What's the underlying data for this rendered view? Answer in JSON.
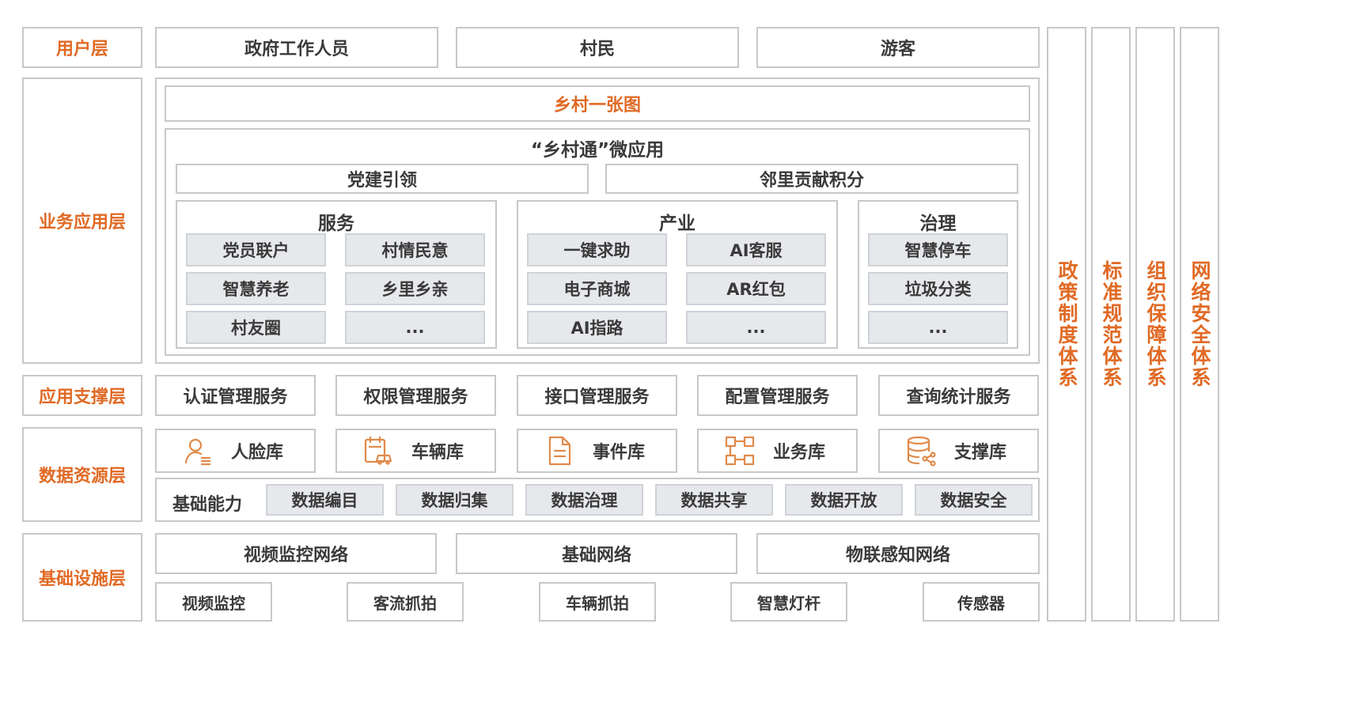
{
  "colors": {
    "accent": "#e06a25",
    "border": "#c8c8c8",
    "grey_fill": "#e6e8eb",
    "icon": "#e08a4a"
  },
  "user_layer": {
    "label": "用户层",
    "users": [
      "政府工作人员",
      "村民",
      "游客"
    ]
  },
  "business_layer": {
    "label": "业务应用层",
    "map_title": "乡村一张图",
    "micro_app": {
      "title": "“乡村通”微应用",
      "top": [
        "党建引领",
        "邻里贡献积分"
      ],
      "groups": [
        {
          "title": "服务",
          "items": [
            "党员联户",
            "村情民意",
            "智慧养老",
            "乡里乡亲",
            "村友圈",
            "..."
          ]
        },
        {
          "title": "产业",
          "items": [
            "一键求助",
            "AI客服",
            "电子商城",
            "AR红包",
            "AI指路",
            "..."
          ]
        },
        {
          "title": "治理",
          "items": [
            "智慧停车",
            "垃圾分类",
            "..."
          ]
        }
      ]
    }
  },
  "support_layer": {
    "label": "应用支撑层",
    "services": [
      "认证管理服务",
      "权限管理服务",
      "接口管理服务",
      "配置管理服务",
      "查询统计服务"
    ]
  },
  "data_layer": {
    "label": "数据资源层",
    "libraries": [
      {
        "label": "人脸库",
        "icon": "face-database-icon"
      },
      {
        "label": "车辆库",
        "icon": "vehicle-database-icon"
      },
      {
        "label": "事件库",
        "icon": "event-document-icon"
      },
      {
        "label": "业务库",
        "icon": "business-flow-icon"
      },
      {
        "label": "支撑库",
        "icon": "support-database-icon"
      }
    ],
    "basic_label": "基础能力",
    "capabilities": [
      "数据编目",
      "数据归集",
      "数据治理",
      "数据共享",
      "数据开放",
      "数据安全"
    ]
  },
  "infra_layer": {
    "label": "基础设施层",
    "networks": [
      "视频监控网络",
      "基础网络",
      "物联感知网络"
    ],
    "devices": [
      "视频监控",
      "客流抓拍",
      "车辆抓拍",
      "智慧灯杆",
      "传感器"
    ]
  },
  "side_systems": [
    "政策制度体系",
    "标准规范体系",
    "组织保障体系",
    "网络安全体系"
  ]
}
